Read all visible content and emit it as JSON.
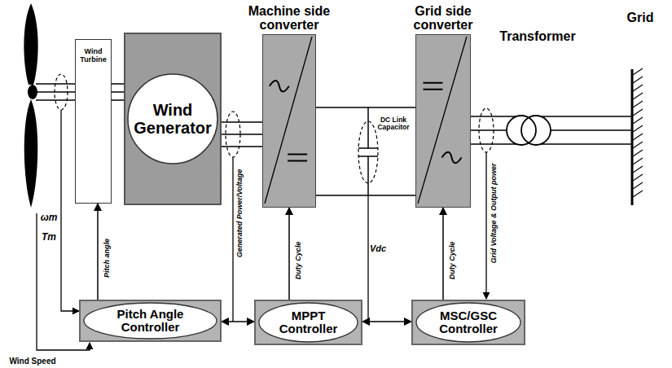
{
  "diagram": {
    "nodes": [
      {
        "text": [
          "Wind Turbine"
        ]
      },
      {
        "text": [
          "Wind Generator"
        ]
      },
      {
        "text": [
          "Machine side converter"
        ]
      },
      {
        "text": [
          "Grid side converter"
        ]
      },
      {
        "text": [
          "Pitch Angle Controller"
        ]
      },
      {
        "text": [
          "MPPT Controller"
        ]
      },
      {
        "text": [
          "MSC/GSC Controller"
        ]
      }
    ],
    "edges": [
      {
        "from": 0,
        "to": 1,
        "arrow": "none"
      },
      {
        "from": 1,
        "to": 2,
        "arrow": "none"
      },
      {
        "from": 2,
        "to": 3,
        "arrow": "none"
      },
      {
        "from": 4,
        "to": 0,
        "label": "Pitch angle",
        "arrow": "to"
      },
      {
        "from": 4,
        "to": 5,
        "arrow": "both"
      },
      {
        "from": 5,
        "to": 6,
        "arrow": "both"
      },
      {
        "from": 5,
        "to": 2,
        "label": "Duty Cycle",
        "arrow": "to"
      },
      {
        "from": 6,
        "to": 3,
        "label": "Duty Cycle",
        "arrow": "to"
      }
    ],
    "labels": [
      "DC Link Capacitor",
      "Transformer",
      "Grid",
      "ωm",
      "Tm",
      "Wind Speed",
      "Generated Power/Voltage",
      "Vdc",
      "Grid Voltage & Output power"
    ]
  }
}
